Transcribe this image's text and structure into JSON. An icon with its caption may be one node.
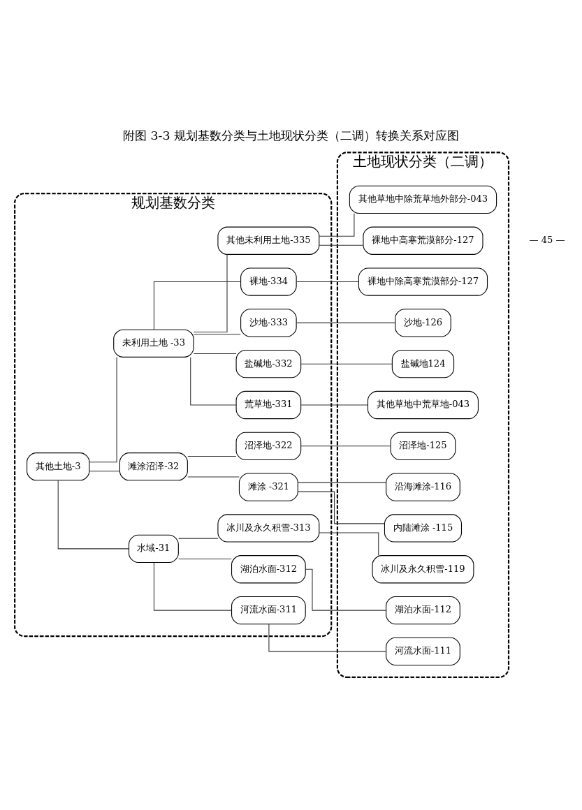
{
  "diagram": {
    "title": "附图 3-3 规划基数分类与土地现状分类（二调）转换关系对应图",
    "nodes": [
      {
        "text": [
          "规划基数分类"
        ]
      },
      {
        "text": [
          "土地现状分类（二调）"
        ]
      },
      {
        "text": [
          "其他土地-3"
        ],
        "in": 0
      },
      {
        "text": [
          "水域-31"
        ],
        "in": 0
      },
      {
        "text": [
          "滩涂沼泽-32"
        ],
        "in": 0
      },
      {
        "text": [
          "未利用土地 -33"
        ],
        "in": 0
      },
      {
        "text": [
          "河流水面-311"
        ],
        "in": 0
      },
      {
        "text": [
          "湖泊水面-312"
        ],
        "in": 0
      },
      {
        "text": [
          "冰川及永久积雪-313"
        ],
        "in": 0
      },
      {
        "text": [
          "滩涂 -321"
        ],
        "in": 0
      },
      {
        "text": [
          "沼泽地-322"
        ],
        "in": 0
      },
      {
        "text": [
          "荒草地-331"
        ],
        "in": 0
      },
      {
        "text": [
          "盐碱地-332"
        ],
        "in": 0
      },
      {
        "text": [
          "沙地-333"
        ],
        "in": 0
      },
      {
        "text": [
          "裸地-334"
        ],
        "in": 0
      },
      {
        "text": [
          "其他未利用土地-335"
        ],
        "in": 0
      },
      {
        "text": [
          "河流水面-111"
        ],
        "in": 1
      },
      {
        "text": [
          "湖泊水面-112"
        ],
        "in": 1
      },
      {
        "text": [
          "冰川及永久积雪-119"
        ],
        "in": 1
      },
      {
        "text": [
          "内陆滩涂 -115"
        ],
        "in": 1
      },
      {
        "text": [
          "沿海滩涂-116"
        ],
        "in": 1
      },
      {
        "text": [
          "沼泽地-125"
        ],
        "in": 1
      },
      {
        "text": [
          "其他草地中荒草地-043"
        ],
        "in": 1
      },
      {
        "text": [
          "盐碱地124"
        ],
        "in": 1
      },
      {
        "text": [
          "沙地-126"
        ],
        "in": 1
      },
      {
        "text": [
          "裸地中除高寒荒漠部分-127"
        ],
        "in": 1
      },
      {
        "text": [
          "其他草地中除荒草地外部分-043"
        ],
        "in": 1
      },
      {
        "text": [
          "裸地中高寒荒漠部分-127"
        ],
        "in": 1
      }
    ],
    "edges": [
      {
        "from": 2,
        "to": 3,
        "arrow": "none"
      },
      {
        "from": 2,
        "to": 4,
        "arrow": "none"
      },
      {
        "from": 2,
        "to": 5,
        "arrow": "none"
      },
      {
        "from": 3,
        "to": 6,
        "arrow": "none"
      },
      {
        "from": 3,
        "to": 7,
        "arrow": "none"
      },
      {
        "from": 3,
        "to": 8,
        "arrow": "none"
      },
      {
        "from": 4,
        "to": 9,
        "arrow": "none"
      },
      {
        "from": 4,
        "to": 10,
        "arrow": "none"
      },
      {
        "from": 5,
        "to": 11,
        "arrow": "none"
      },
      {
        "from": 5,
        "to": 12,
        "arrow": "none"
      },
      {
        "from": 5,
        "to": 13,
        "arrow": "none"
      },
      {
        "from": 5,
        "to": 14,
        "arrow": "none"
      },
      {
        "from": 5,
        "to": 15,
        "arrow": "none"
      },
      {
        "from": 6,
        "to": 16,
        "arrow": "none"
      },
      {
        "from": 7,
        "to": 17,
        "arrow": "none"
      },
      {
        "from": 8,
        "to": 18,
        "arrow": "none"
      },
      {
        "from": 9,
        "to": 19,
        "arrow": "none"
      },
      {
        "from": 9,
        "to": 20,
        "arrow": "none"
      },
      {
        "from": 10,
        "to": 21,
        "arrow": "none"
      },
      {
        "from": 11,
        "to": 22,
        "arrow": "none"
      },
      {
        "from": 12,
        "to": 23,
        "arrow": "none"
      },
      {
        "from": 13,
        "to": 24,
        "arrow": "none"
      },
      {
        "from": 14,
        "to": 25,
        "arrow": "none"
      },
      {
        "from": 15,
        "to": 26,
        "arrow": "none"
      },
      {
        "from": 15,
        "to": 27,
        "arrow": "none"
      }
    ],
    "labels": [
      "— 45 —"
    ]
  }
}
